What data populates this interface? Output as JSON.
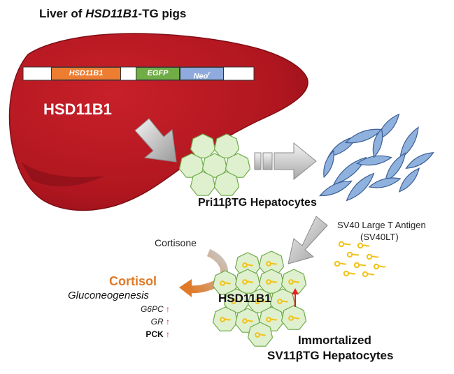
{
  "title": {
    "prefix": "Liver of ",
    "gene": "HSD11B1",
    "suffix": "-TG pigs"
  },
  "construct": {
    "segments": [
      "HSD11B1",
      "EGFP",
      "Neo"
    ],
    "neo_superscript": "r"
  },
  "liver_label": "HSD11B1",
  "primary_label": "Pri11βTG Hepatocytes",
  "sv40": {
    "line1": "SV40 Large T Antigen",
    "line2": "(SV40LT)"
  },
  "cortisone_label": "Cortisone",
  "cortisol_label": "Cortisol",
  "gluconeogenesis_label": "Gluconeogenesis",
  "genes": [
    {
      "name": "G6PC",
      "arrow": "↑"
    },
    {
      "name": "GR",
      "arrow": "↑"
    },
    {
      "name": "PCK",
      "arrow": "↑"
    }
  ],
  "immortalized_center_label": "HSD11B1",
  "immortalized_label": {
    "line1": "Immortalized",
    "line2": "SV11βTG Hepatocytes"
  },
  "colors": {
    "liver": "#b0161f",
    "liver_dark": "#7e0e15",
    "hex_fill": "#dff0cf",
    "hex_stroke": "#6eaa48",
    "cell_fill": "#8fb1dd",
    "cell_stroke": "#3c5f95",
    "sv40": "#f2c21a",
    "cortisol": "#e07a28",
    "seg_hsd": "#ed7d31",
    "seg_egfp": "#70ad47",
    "seg_neo": "#8faadc"
  }
}
